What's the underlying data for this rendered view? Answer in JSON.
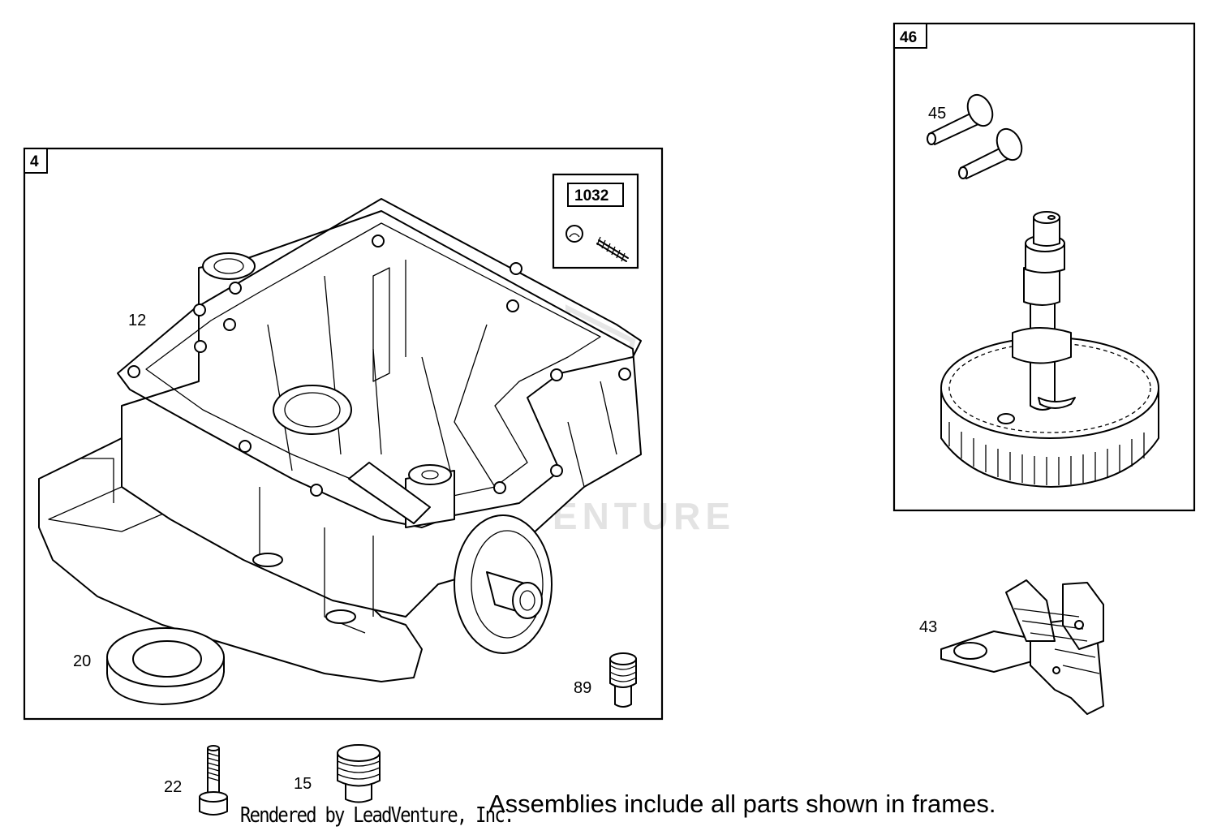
{
  "frames": {
    "crankcase_frame_tag": "4",
    "camshaft_frame_tag": "46",
    "kit_tag": "1032"
  },
  "callouts": {
    "gasket": "12",
    "seal": "20",
    "plug_small": "89",
    "bolt": "22",
    "plug_large": "15",
    "lifters": "45",
    "governor": "43"
  },
  "watermark": "LEADVENTURE",
  "footer": {
    "note": "Assemblies include all parts shown in frames.",
    "credit": "Rendered by LeadVenture, Inc."
  }
}
